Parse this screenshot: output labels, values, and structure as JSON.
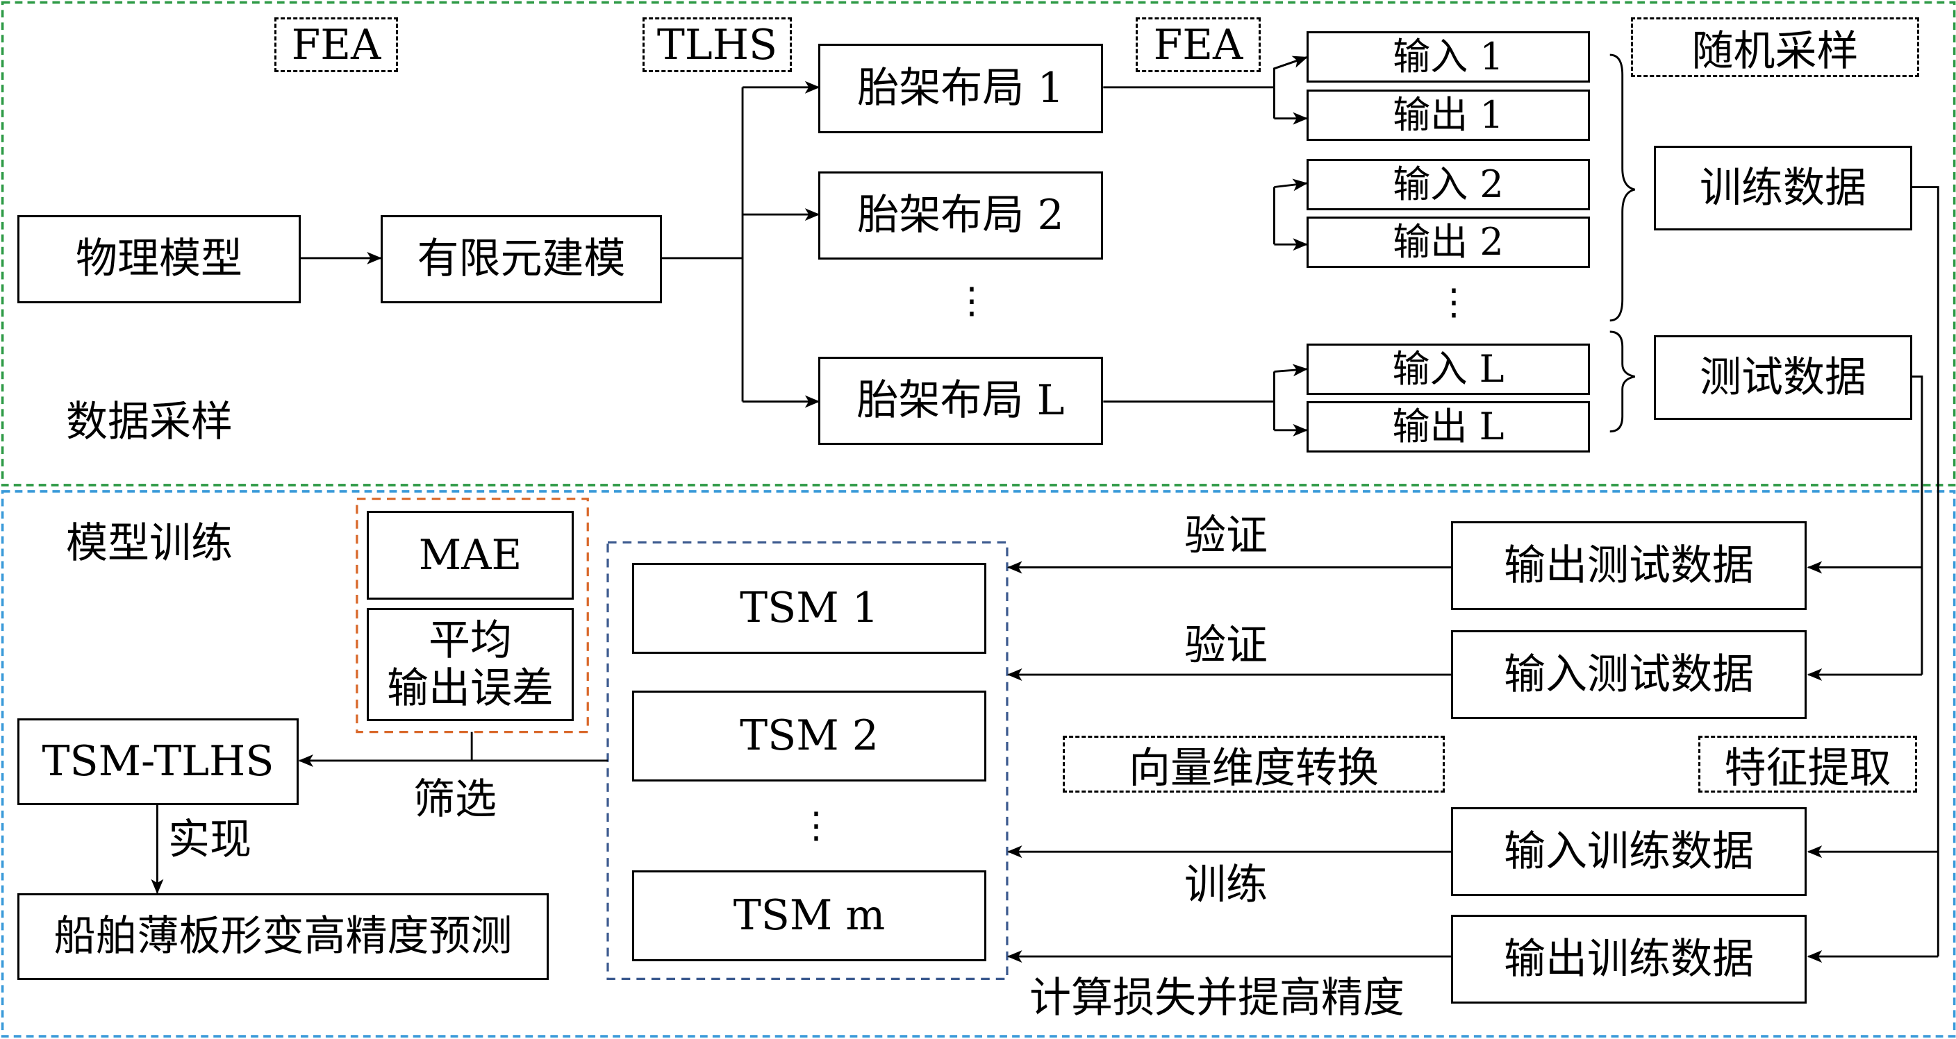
{
  "sections": {
    "sampling": "数据采样",
    "training": "模型训练"
  },
  "dashed_labels": {
    "fea_left": "FEA",
    "tlhs": "TLHS",
    "fea_right": "FEA",
    "random_sampling": "随机采样",
    "vector_dim": "向量维度转换",
    "feature_extract": "特征提取"
  },
  "sampling_boxes": {
    "physical_model": "物理模型",
    "fem": "有限元建模",
    "layouts": [
      "胎架布局 1",
      "胎架布局 2",
      "胎架布局 L"
    ],
    "io": [
      {
        "input": "输入 1",
        "output": "输出 1"
      },
      {
        "input": "输入 2",
        "output": "输出 2"
      },
      {
        "input": "输入 L",
        "output": "输出 L"
      }
    ],
    "train_data": "训练数据",
    "test_data": "测试数据",
    "ellipsis": "⋮"
  },
  "training_boxes": {
    "mae": "MAE",
    "mean_error_l1": "平均",
    "mean_error_l2": "输出误差",
    "tsm_tlhs": "TSM-TLHS",
    "prediction": "船舶薄板形变高精度预测",
    "tsms": [
      "TSM 1",
      "TSM 2",
      "TSM m"
    ],
    "out_test": "输出测试数据",
    "in_test": "输入测试数据",
    "in_train": "输入训练数据",
    "out_train": "输出训练数据"
  },
  "edge_labels": {
    "verify1": "验证",
    "verify2": "验证",
    "train": "训练",
    "loss": "计算损失并提高精度",
    "filter": "筛选",
    "realize": "实现"
  },
  "colors": {
    "sampling_border": "#2e9a46",
    "training_border": "#3a9ad9",
    "tsm_group_border": "#3c5a8f",
    "metric_group_border": "#d9682a"
  }
}
